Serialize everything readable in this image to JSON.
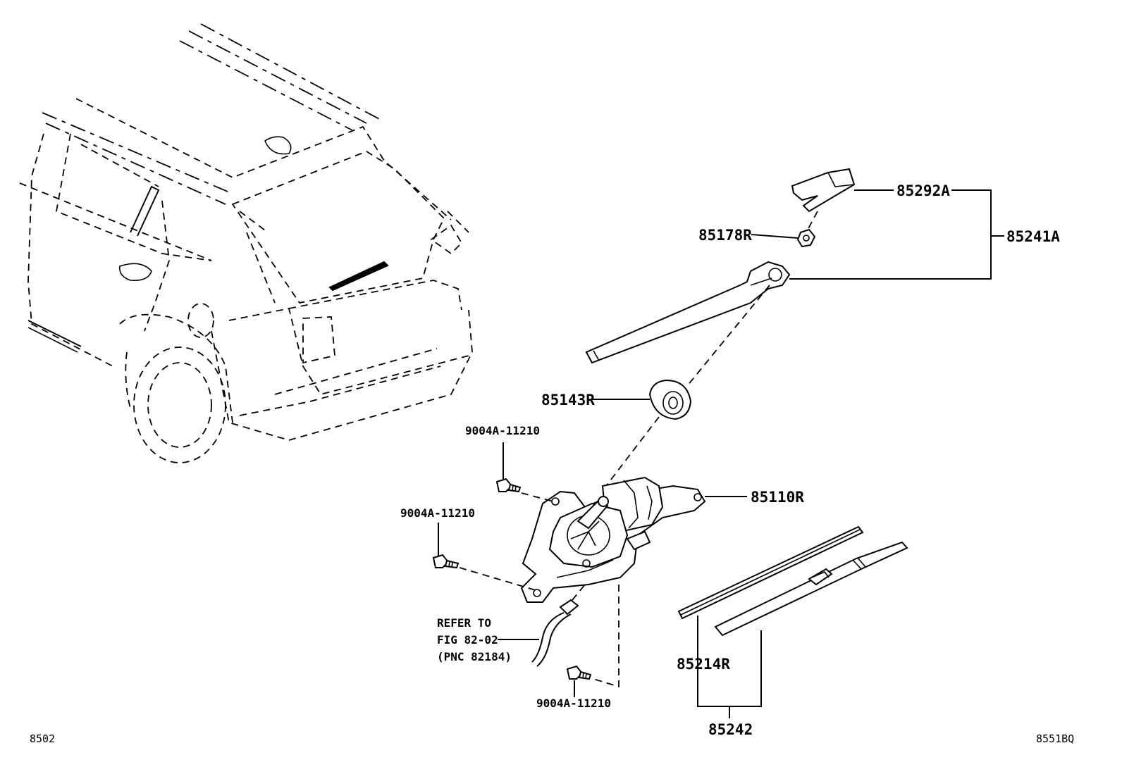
{
  "diagram": {
    "parts": {
      "cap": "85292A",
      "nut": "85178R",
      "arm_assembly": "85241A",
      "grommet": "85143R",
      "motor": "85110R",
      "bolt_top": "9004A-11210",
      "bolt_left": "9004A-11210",
      "bolt_bottom": "9004A-11210",
      "blade_insert": "85214R",
      "blade_assembly": "85242"
    },
    "reference": {
      "line1": "REFER TO",
      "line2": "FIG 82-02",
      "line3": "(PNC 82184)"
    },
    "page_code_left": "8502",
    "page_code_right": "8551BQ"
  }
}
